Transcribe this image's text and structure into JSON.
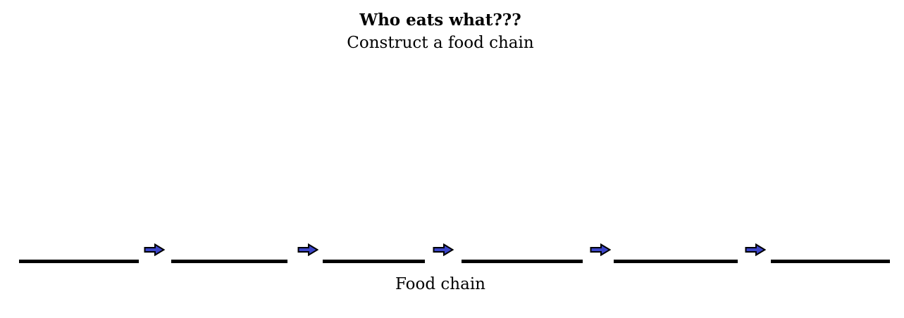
{
  "page": {
    "title": "Who eats what???",
    "subtitle": "Construct a food chain"
  },
  "food_chain": {
    "caption": "Food chain",
    "blank_count": 6,
    "arrow_count": 5,
    "arrow_icon": "arrow-right-icon",
    "colors": {
      "arrow_fill": "#3B45C8",
      "arrow_outline": "#000000",
      "blank_line": "#000000"
    }
  }
}
